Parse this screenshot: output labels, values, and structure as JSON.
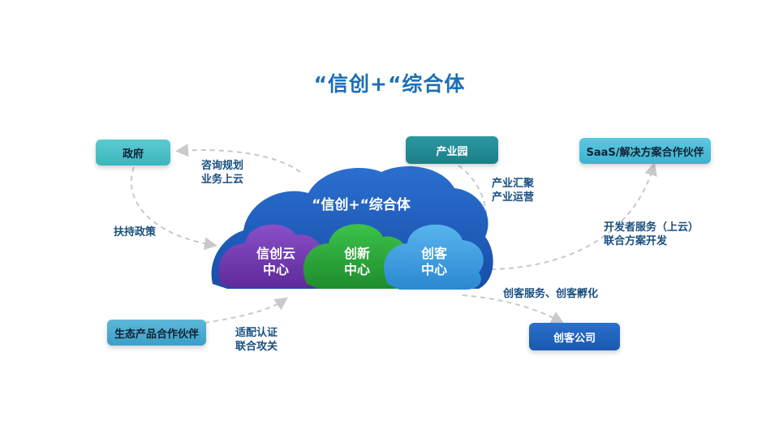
{
  "title": "“信创+“综合体",
  "cloud": {
    "title": "“信创+“综合体",
    "sub": [
      {
        "line1": "信创云",
        "line2": "中心",
        "color": "#7a3fb6"
      },
      {
        "line1": "创新",
        "line2": "中心",
        "color": "#2aa33c"
      },
      {
        "line1": "创客",
        "line2": "中心",
        "color": "#3c9ee0"
      }
    ],
    "color_main": "#1f5fc2"
  },
  "nodes": {
    "gov": "政府",
    "park": "产业园",
    "saas": "SaaS/解决方案合作伙伴",
    "eco": "生态产品合作伙伴",
    "maker": "创客公司"
  },
  "labels": {
    "consult_1": "咨询规划",
    "consult_2": "业务上云",
    "policy": "扶持政策",
    "industry_1": "产业汇聚",
    "industry_2": "产业运营",
    "dev_1": "开发者服务（上云）",
    "dev_2": "联合方案开发",
    "maker_service": "创客服务、创客孵化",
    "adapt_1": "适配认证",
    "adapt_2": "联合攻关"
  }
}
